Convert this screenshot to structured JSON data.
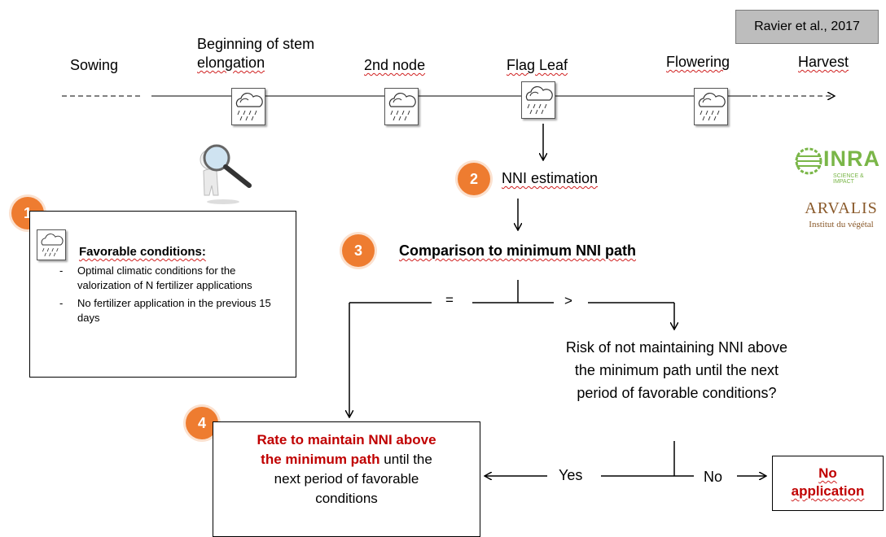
{
  "citation": "Ravier et al., 2017",
  "stages": {
    "sowing": "Sowing",
    "stem_line1": "Beginning of stem",
    "stem_line2": "elongation",
    "second_node": "2nd node",
    "flag_leaf": "Flag Leaf",
    "flowering": "Flowering",
    "harvest": "Harvest"
  },
  "steps": {
    "badge1": "1",
    "badge2": "2",
    "badge3": "3",
    "badge4": "4",
    "nni_estimation": "NNI estimation",
    "comparison": "Comparison to minimum NNI path"
  },
  "favorable": {
    "title": "Favorable conditions:",
    "bullets": [
      "Optimal climatic conditions for the valorization of N fertilizer applications",
      "No fertilizer application in the previous 15 days"
    ]
  },
  "branch": {
    "equal": "=",
    "greater": ">"
  },
  "risk_question": {
    "line1": "Risk of not maintaining NNI above",
    "line2": "the minimum path until the next",
    "line3": "period of favorable conditions?"
  },
  "decision": {
    "yes": "Yes",
    "no": "No"
  },
  "rate_box": {
    "highlight_line1": "Rate to maintain NNI above",
    "highlight_line2": "the minimum path",
    "rest_line2": " until the",
    "line3": "next period of favorable",
    "line4": "conditions"
  },
  "no_application": {
    "line1": "No",
    "line2": "application"
  },
  "logos": {
    "inra_name": "INRA",
    "inra_tagline": "SCIENCE & IMPACT",
    "arvalis_name": "ARVALIS",
    "arvalis_tagline": "Institut du végétal"
  },
  "colors": {
    "badge": "#ee7c30",
    "highlight_red": "#c00000",
    "inra_green": "#7ab648",
    "arvalis_brown": "#8a5a2b"
  }
}
